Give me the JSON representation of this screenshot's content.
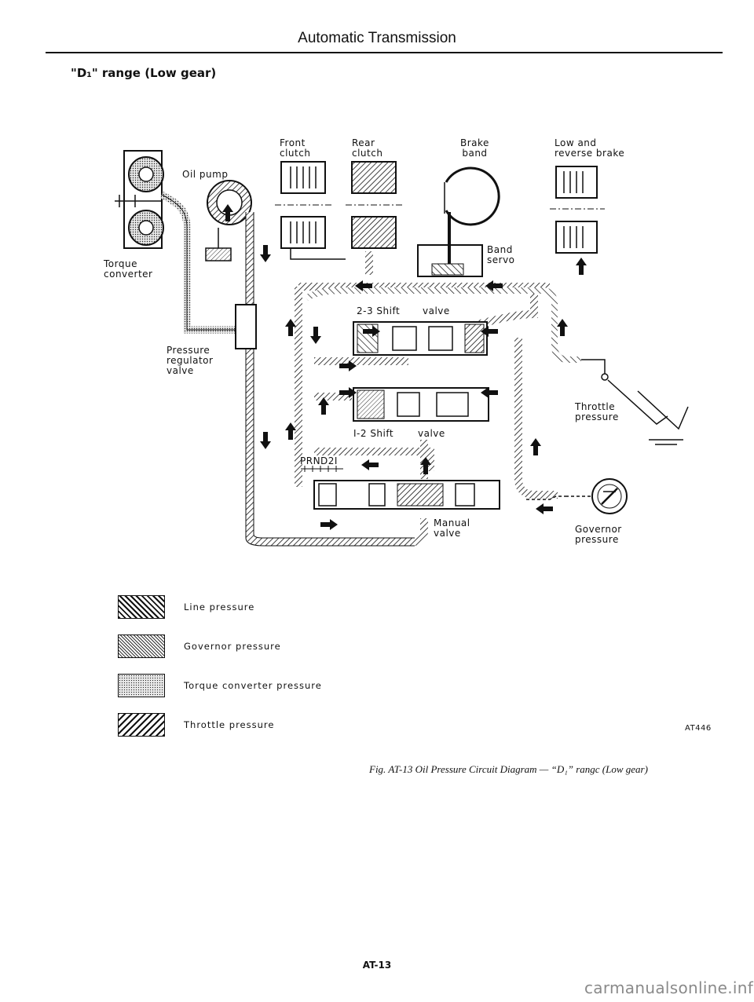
{
  "header": {
    "title": "Automatic Transmission",
    "range_heading": "\"D₁\" range (Low gear)"
  },
  "labels": {
    "torque_converter": "Torque\nconverter",
    "oil_pump": "Oil pump",
    "front_clutch": "Front\nclutch",
    "rear_clutch": "Rear\nclutch",
    "brake_band": "Brake\nband",
    "low_reverse_brake": "Low and\nreverse brake",
    "band_servo": "Band\nservo",
    "pressure_regulator": "Pressure\nregulator\nvalve",
    "shift_23": "2-3 Shift",
    "shift_23_valve": "valve",
    "shift_12": "I-2 Shift",
    "shift_12_valve": "valve",
    "prnd": "PRND2I",
    "manual_valve": "Manual\nvalve",
    "throttle_pressure": "Throttle\npressure",
    "governor_pressure": "Governor\npressure"
  },
  "legend": [
    {
      "pattern": "line",
      "label": "Line pressure"
    },
    {
      "pattern": "governor",
      "label": "Governor pressure"
    },
    {
      "pattern": "torque",
      "label": "Torque converter pressure"
    },
    {
      "pattern": "throttle",
      "label": "Throttle pressure"
    }
  ],
  "figure_code": "AT446",
  "caption": "Fig. AT-13  Oil Pressure Circuit Diagram — “D₁” rangc (Low gear)",
  "page_number": "AT-13",
  "watermark": "carmanualsonline.info"
}
